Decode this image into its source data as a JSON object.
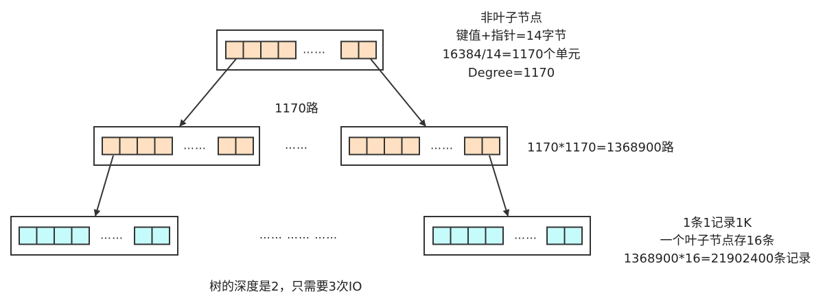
{
  "colors": {
    "internal_cell": "#ffe0c2",
    "leaf_cell": "#c6fbfb",
    "stroke": "#333333"
  },
  "annotations": {
    "non_leaf": [
      "非叶子节点",
      "键值+指针=14字节",
      "16384/14=1170个单元",
      "Degree=1170"
    ],
    "level1_paths": "1170路",
    "level2_paths": "1170*1170=1368900路",
    "leaf": [
      "1条1记录1K",
      "一个叶子节点存16条",
      "1368900*16=21902400条记录"
    ],
    "depth_note": "树的深度是2，只需要3次IO"
  },
  "ellipsis": "……",
  "ellipsis_long": "…… …… ……"
}
